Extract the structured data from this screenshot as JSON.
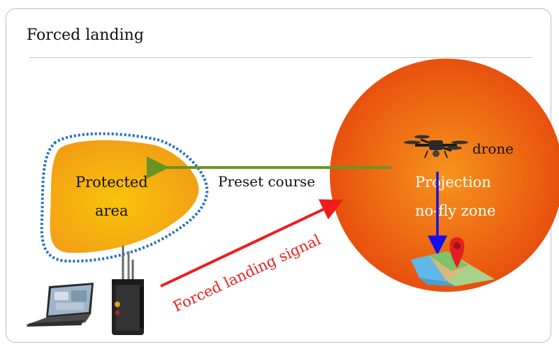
{
  "title": "Forced landing",
  "labels": {
    "protected_line1": "Protected",
    "protected_line2": "area",
    "preset_course": "Preset course",
    "drone": "drone",
    "projection_line1": "Projection",
    "projection_line2": "no-fly zone",
    "signal": "Forced landing signal"
  },
  "colors": {
    "sphere_center": "#f6941c",
    "sphere_edge": "#e8500e",
    "area_center": "#f8c40a",
    "area_edge": "#f29a16",
    "area_outline": "#1f6fc5",
    "preset_arrow": "#6a9322",
    "signal_arrow": "#ee1c1c",
    "drop_arrow": "#1111ee"
  },
  "icons": [
    "laptop-icon",
    "jammer-case-icon",
    "drone-icon",
    "map-pin-icon"
  ]
}
